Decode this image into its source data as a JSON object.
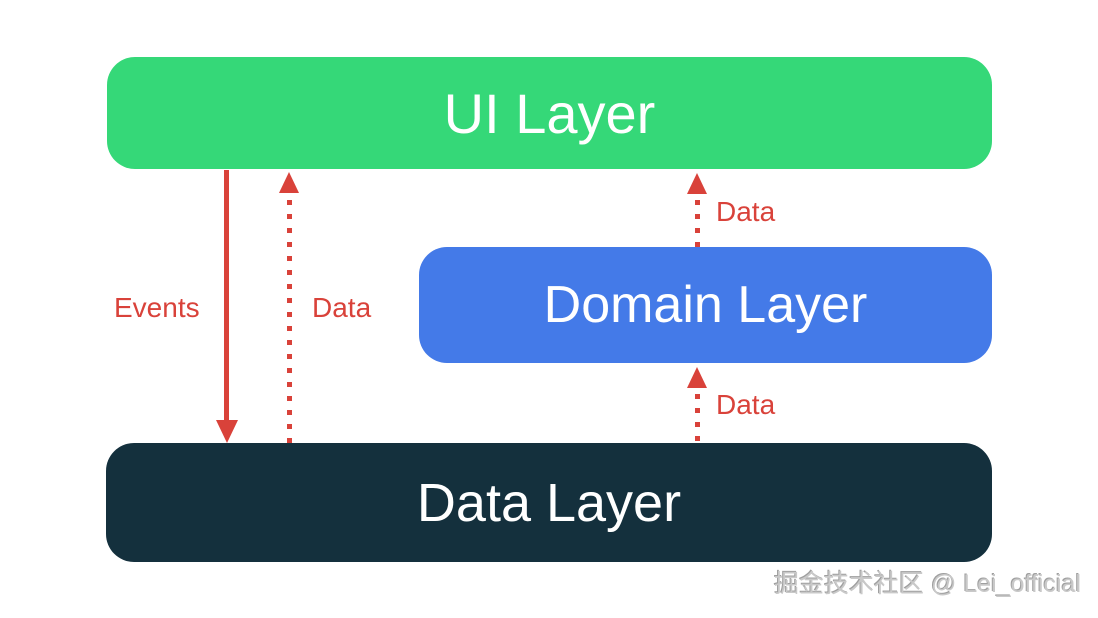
{
  "diagram": {
    "layers": [
      {
        "id": "ui",
        "label": "UI Layer",
        "color": "#35d878"
      },
      {
        "id": "domain",
        "label": "Domain Layer",
        "color": "#447ae8"
      },
      {
        "id": "data",
        "label": "Data Layer",
        "color": "#14303d"
      }
    ],
    "arrows": [
      {
        "label": "Events",
        "style": "solid",
        "direction": "down",
        "from": "UI Layer",
        "to": "Data Layer"
      },
      {
        "label": "Data",
        "style": "dotted",
        "direction": "up",
        "from": "Data Layer",
        "to": "UI Layer"
      },
      {
        "label": "Data",
        "style": "dotted",
        "direction": "up",
        "from": "Domain Layer",
        "to": "UI Layer"
      },
      {
        "label": "Data",
        "style": "dotted",
        "direction": "up",
        "from": "Data Layer",
        "to": "Domain Layer"
      }
    ],
    "accent_color": "#d9423a"
  },
  "watermark": {
    "text": "掘金技术社区 @ Lei_official"
  }
}
